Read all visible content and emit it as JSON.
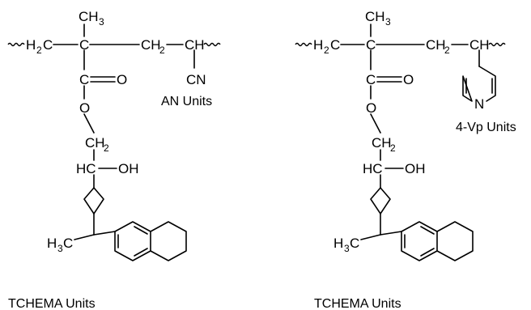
{
  "atoms": {
    "h": "H",
    "c": "C",
    "ch": "CH",
    "cn": "CN",
    "o": "O",
    "oh": "OH",
    "n": "N",
    "hc": "HC"
  },
  "subscripts": {
    "two": "2",
    "three": "3"
  },
  "captions": {
    "an_units": "AN Units",
    "vp_units": "4-Vp Units",
    "tchema_left": "TCHEMA Units",
    "tchema_right": "TCHEMA Units"
  }
}
